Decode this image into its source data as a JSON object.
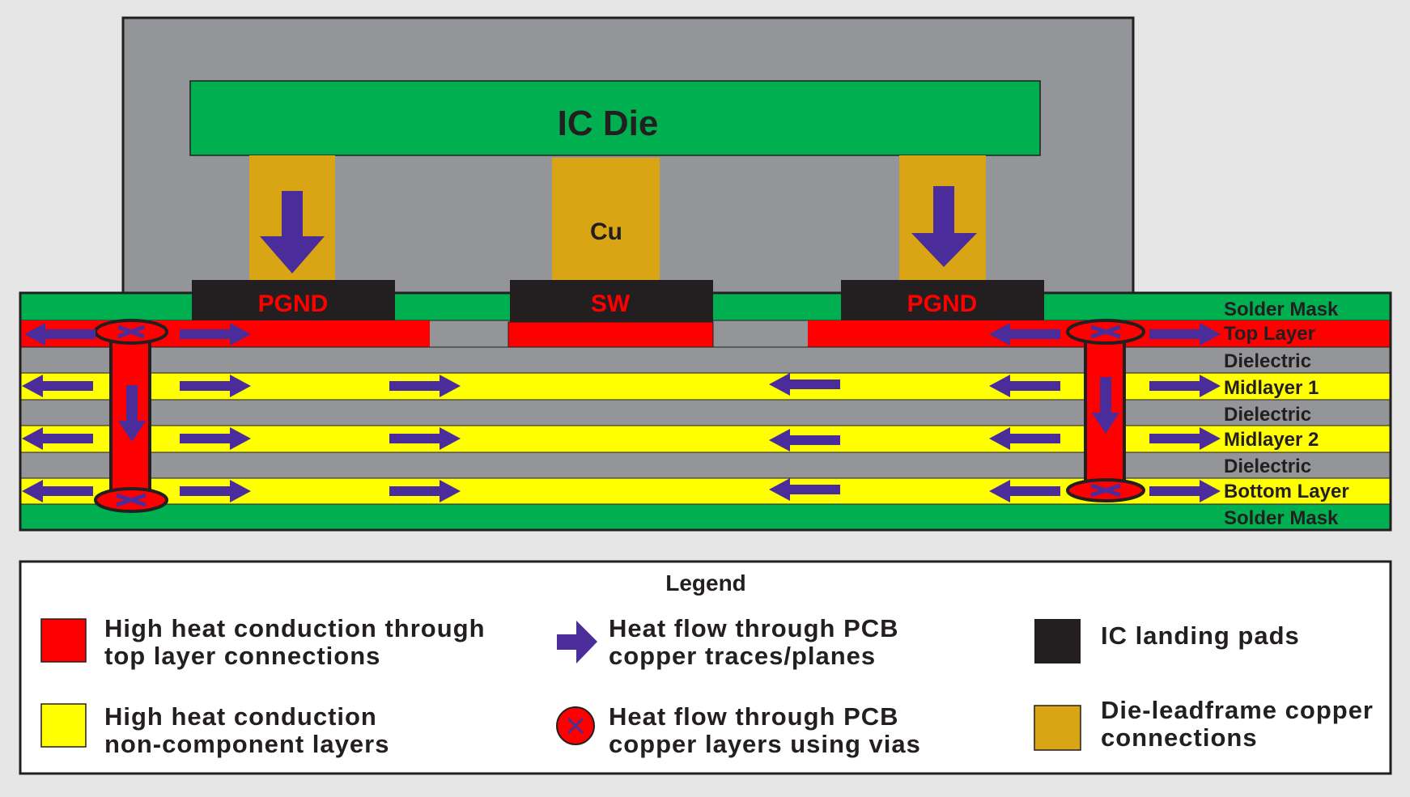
{
  "die": {
    "label": "IC Die",
    "pillar_label": "Cu"
  },
  "pads": [
    "PGND",
    "SW",
    "PGND"
  ],
  "layers": [
    {
      "name": "Solder Mask",
      "color": "#00b050"
    },
    {
      "name": "Top Layer",
      "color": "#ff0000"
    },
    {
      "name": "Dielectric",
      "color": "#939598"
    },
    {
      "name": "Midlayer 1",
      "color": "#ffff00"
    },
    {
      "name": "Dielectric",
      "color": "#939598"
    },
    {
      "name": "Midlayer 2",
      "color": "#ffff00"
    },
    {
      "name": "Dielectric",
      "color": "#939598"
    },
    {
      "name": "Bottom Layer",
      "color": "#ffff00"
    },
    {
      "name": "Solder Mask",
      "color": "#00b050"
    }
  ],
  "legend": {
    "title": "Legend",
    "items": [
      {
        "line1": "High heat conduction through",
        "line2": "top layer connections",
        "swatch": "#ff0000",
        "icon": "red-square"
      },
      {
        "line1": "Heat flow through PCB",
        "line2": "copper traces/planes",
        "swatch": "#4a2d9a",
        "icon": "arrow-right-icon"
      },
      {
        "line1": "IC landing pads",
        "line2": "",
        "swatch": "#231f20",
        "icon": "black-square"
      },
      {
        "line1": "High heat conduction",
        "line2": "non-component layers",
        "swatch": "#ffff00",
        "icon": "yellow-square"
      },
      {
        "line1": "Heat flow through PCB",
        "line2": "copper layers using vias",
        "swatch": "#ff0000",
        "icon": "via-icon"
      },
      {
        "line1": "Die-leadframe copper",
        "line2": "connections",
        "swatch": "#d9a514",
        "icon": "gold-square"
      }
    ]
  },
  "colors": {
    "package": "#939598",
    "die": "#00b050",
    "copper": "#d9a514",
    "pad": "#231f20",
    "pad_text": "#ff0000",
    "arrow": "#4a2d9a",
    "via": "#ff0000"
  }
}
